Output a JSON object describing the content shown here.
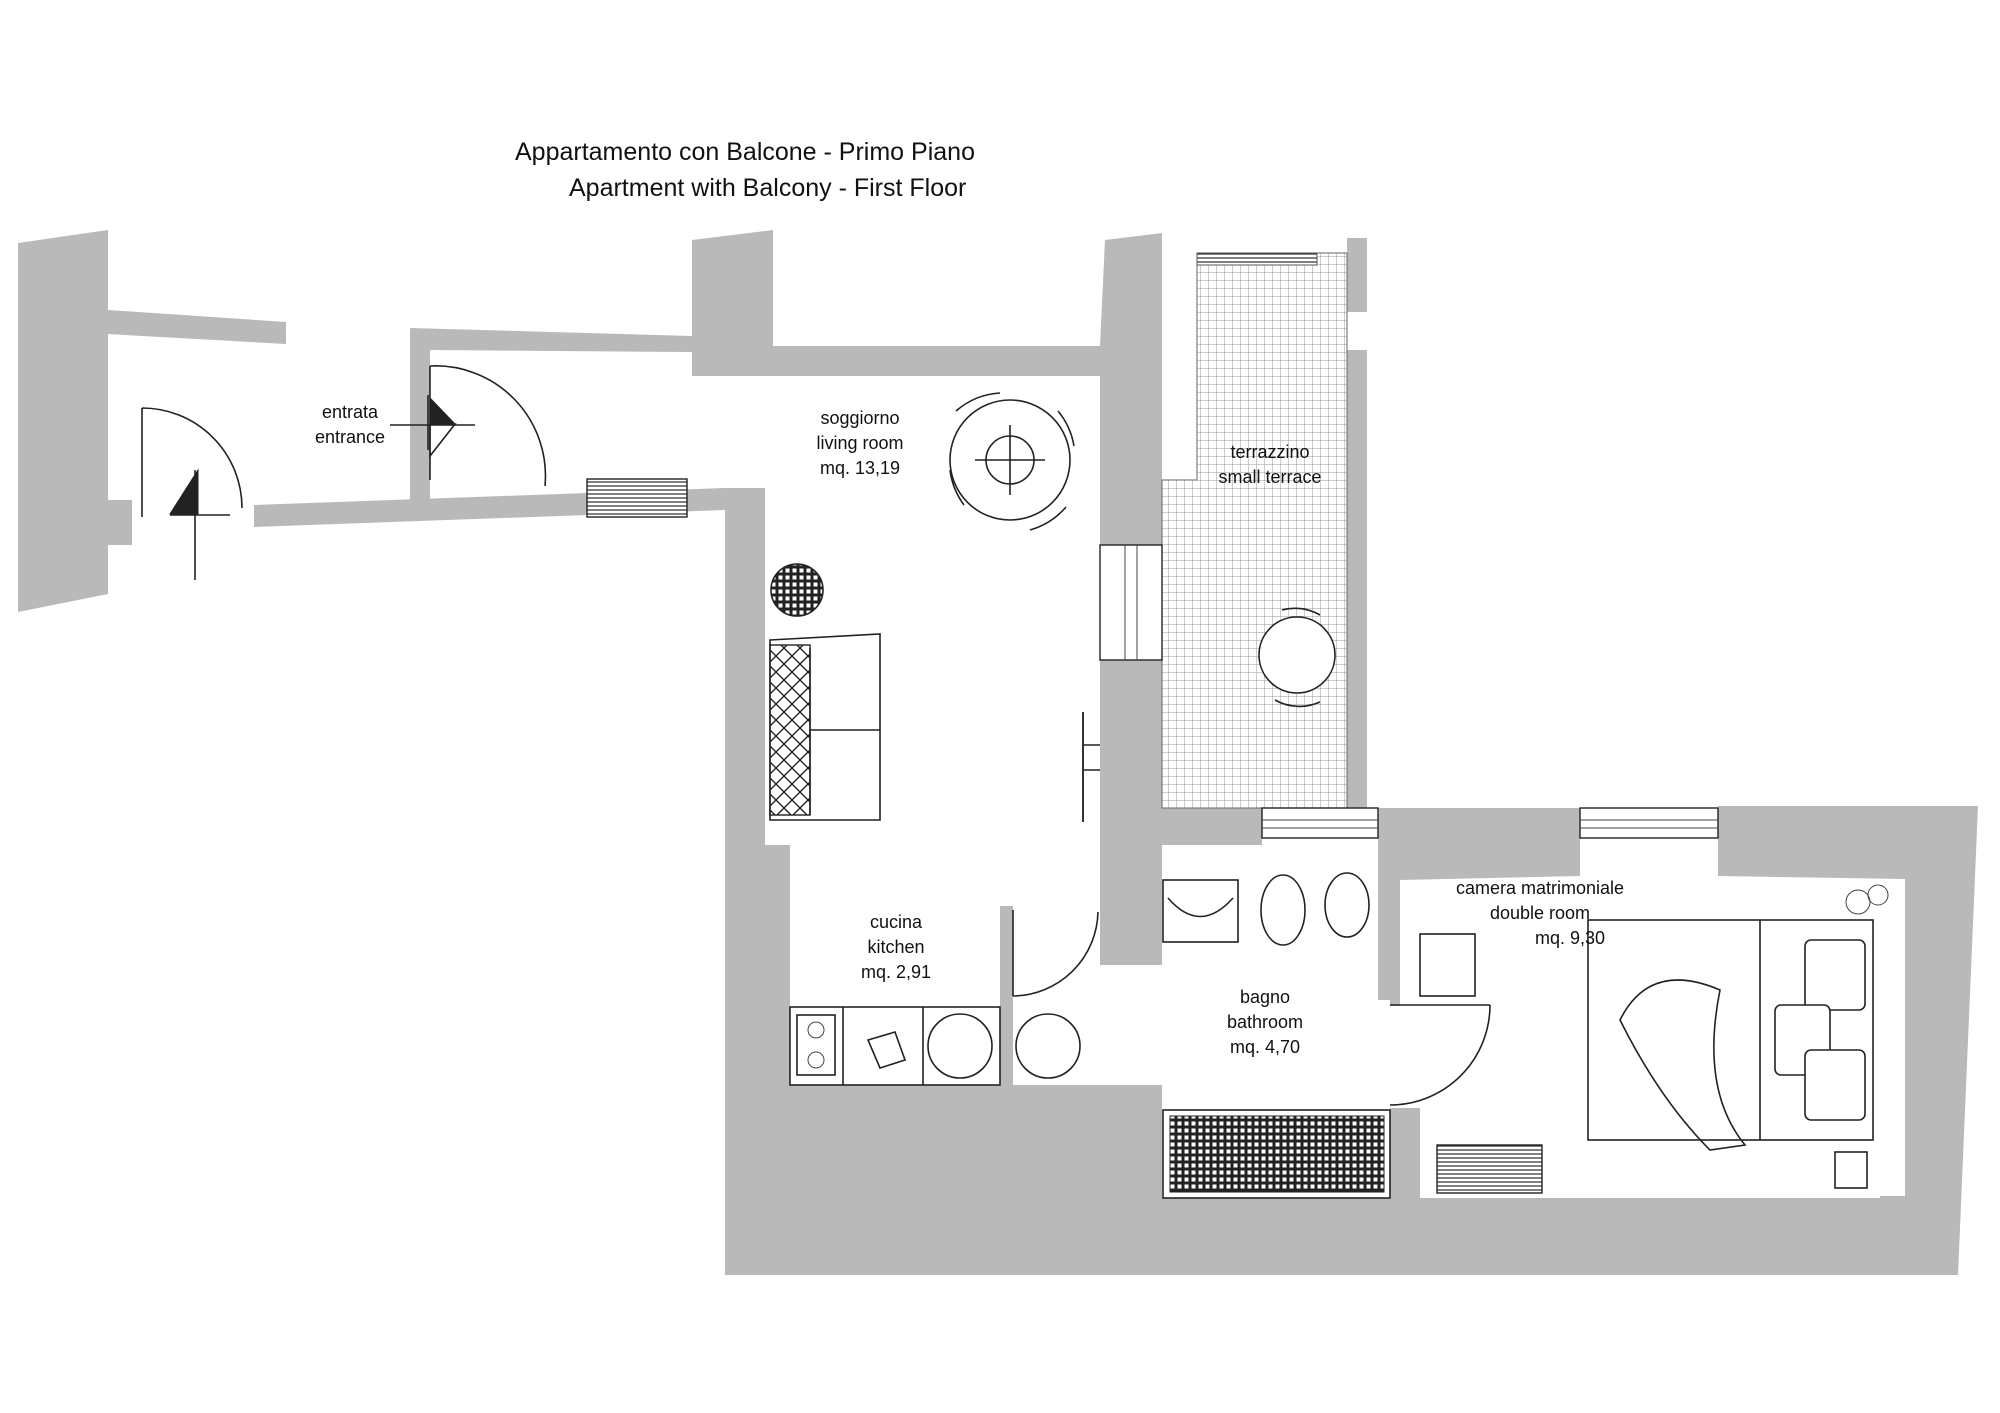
{
  "title": {
    "line1": "Appartamento con Balcone - Primo Piano",
    "line2": "Apartment with Balcony - First Floor"
  },
  "rooms": {
    "entrance": {
      "it": "entrata",
      "en": "entrance"
    },
    "living": {
      "it": "soggiorno",
      "en": "living room",
      "area": "mq. 13,19"
    },
    "terrace": {
      "it": "terrazzino",
      "en": "small terrace"
    },
    "kitchen": {
      "it": "cucina",
      "en": "kitchen",
      "area": "mq. 2,91"
    },
    "bathroom": {
      "it": "bagno",
      "en": "bathroom",
      "area": "mq. 4,70"
    },
    "bedroom": {
      "it": "camera matrimoniale",
      "en": "double room",
      "area": "mq. 9,30"
    }
  },
  "colors": {
    "wall": "#b9b9b9",
    "line": "#222222",
    "background": "#ffffff"
  }
}
